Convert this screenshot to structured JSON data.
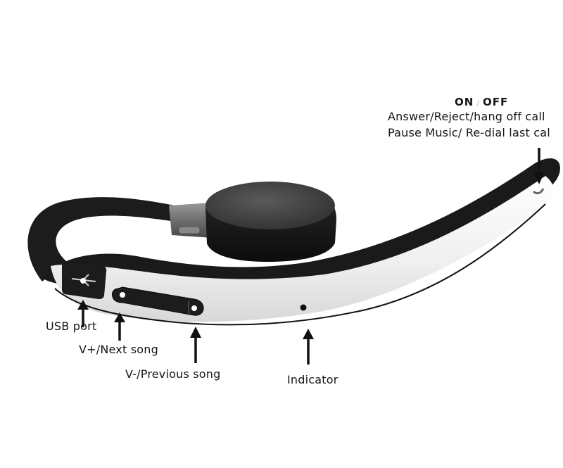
{
  "image": {
    "subject": "Bluetooth earpiece headset with control labels",
    "colors": {
      "background": "#ffffff",
      "body_white": "#f2f2f2",
      "rubber_black": "#1c1c1c",
      "speaker_dark": "#2a2a2a",
      "metal_gray": "#7a7a7a",
      "label_text": "#151515"
    }
  },
  "labels": {
    "power": {
      "on": "ON",
      "separator": "/",
      "off": "OFF",
      "line1": "Answer/Reject/hang off call",
      "line2": "Pause Music/ Re-dial last cal"
    },
    "usb_port": "USB port",
    "volume_up": "V+/Next song",
    "volume_down": "V-/Previous song",
    "indicator": "Indicator"
  },
  "icons": {
    "usb": "usb-icon",
    "plus": "plus-icon",
    "minus": "minus-icon",
    "led": "indicator-dot"
  }
}
